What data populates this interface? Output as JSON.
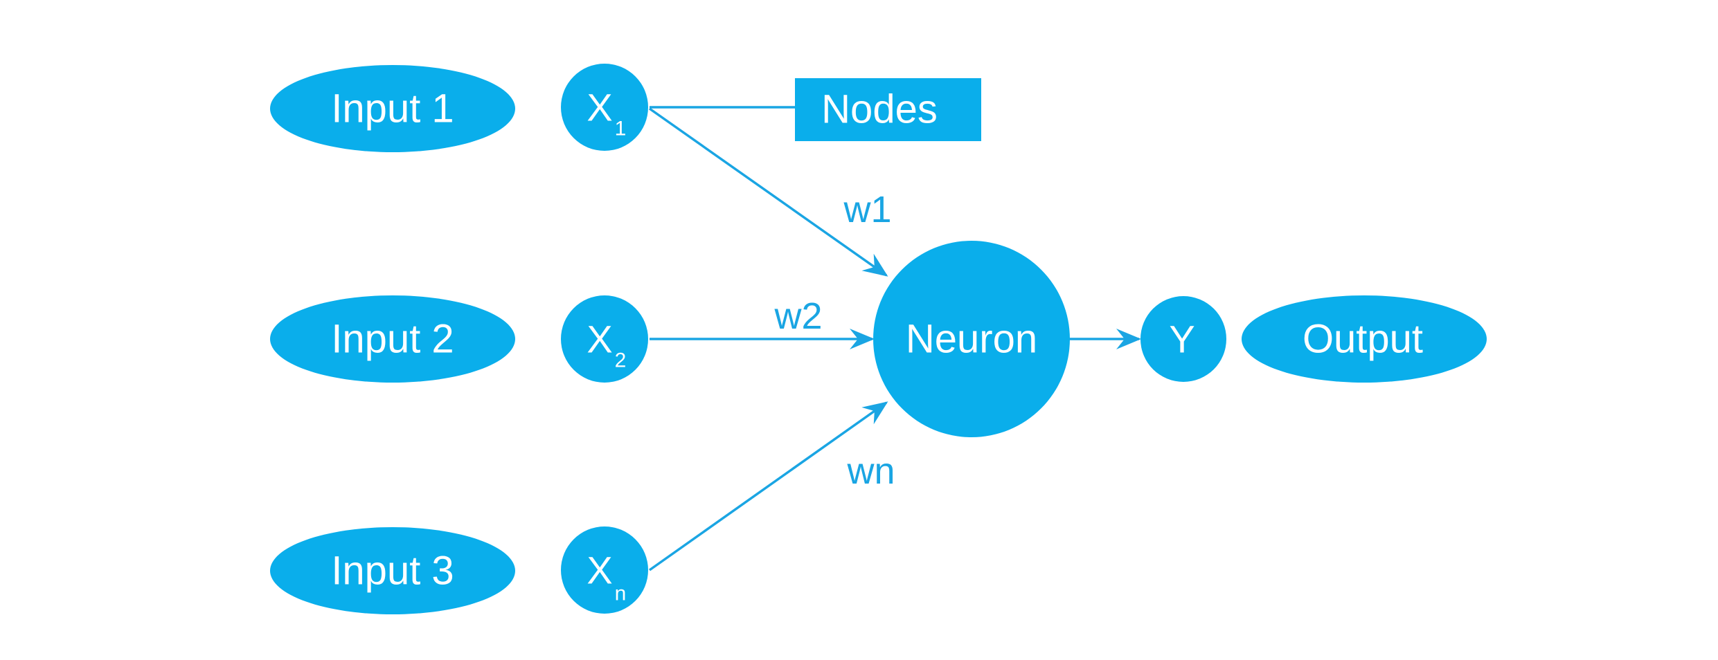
{
  "colors": {
    "node_fill": "#0aaeeb",
    "line": "#1aa5e3",
    "text_on_node": "#ffffff",
    "background": "#ffffff"
  },
  "inputs": [
    {
      "label": "Input 1",
      "var": "X",
      "sub": "1",
      "weight": "w1"
    },
    {
      "label": "Input 2",
      "var": "X",
      "sub": "2",
      "weight": "w2"
    },
    {
      "label": "Input 3",
      "var": "X",
      "sub": "n",
      "weight": "wn"
    }
  ],
  "nodes_label": "Nodes",
  "neuron_label": "Neuron",
  "output_var": "Y",
  "output_label": "Output"
}
